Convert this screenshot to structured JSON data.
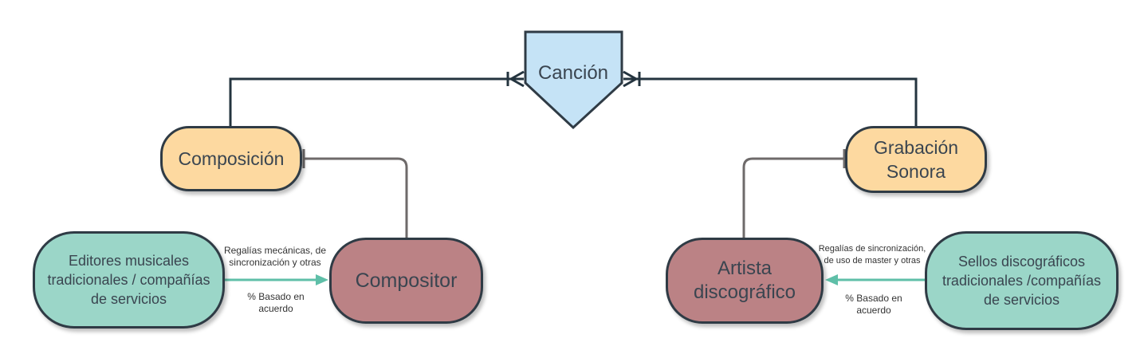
{
  "title": "Canción",
  "nodes": {
    "composition": "Composición",
    "sound_recording_line1": "Grabación",
    "sound_recording_line2": "Sonora",
    "composer": "Compositor",
    "artist_line1": "Artista",
    "artist_line2": "discográfico",
    "publishers_line1": "Editores musicales",
    "publishers_line2": "tradicionales / compañías",
    "publishers_line3": "de servicios",
    "labels_line1": "Sellos discográficos",
    "labels_line2": "tradicionales /compañías",
    "labels_line3": "de servicios"
  },
  "edge_labels": {
    "left_top_line1": "Regalías mecánicas, de",
    "left_top_line2": "sincronización y otras",
    "left_bottom_line1": "% Basado en",
    "left_bottom_line2": "acuerdo",
    "right_top_line1": "Regalías de sincronización,",
    "right_top_line2": "de uso de master y otras",
    "right_bottom_line1": "% Basado en",
    "right_bottom_line2": "acuerdo"
  },
  "colors": {
    "song": "#c5e3f6",
    "composition": "#fdd9a0",
    "composer": "#bb8285",
    "publisher": "#9bd6c8",
    "arrow": "#5fbfa8"
  }
}
